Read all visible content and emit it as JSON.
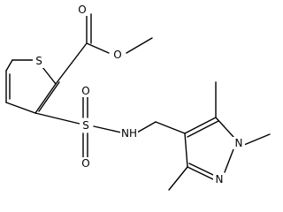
{
  "atoms": {
    "S_ring": "S",
    "O_carbonyl": "O",
    "O_ester": "O",
    "S_sulfonyl": "S",
    "O_sulfonyl_1": "O",
    "O_sulfonyl_2": "O",
    "N_sulfonamide": "NH",
    "N1_pyrazole": "N",
    "N2_pyrazole": "N"
  }
}
